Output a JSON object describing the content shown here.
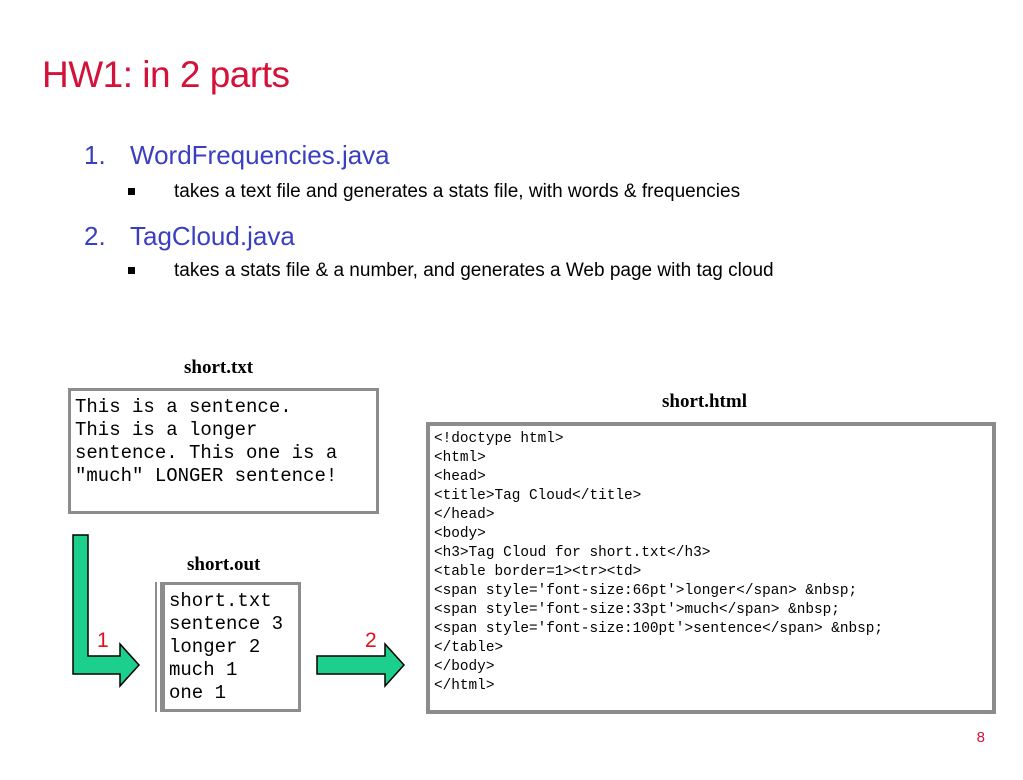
{
  "slide": {
    "title": "HW1: in 2 parts",
    "page_number": "8"
  },
  "list": {
    "items": [
      {
        "number": "1.",
        "label": "WordFrequencies.java",
        "bullet": "takes a text file and generates a stats file, with words & frequencies"
      },
      {
        "number": "2.",
        "label": "TagCloud.java",
        "bullet": "takes a stats file & a number, and generates a Web page with tag cloud"
      }
    ]
  },
  "figure": {
    "short_txt": {
      "caption": "short.txt",
      "content": "This is a sentence.\nThis is a longer\nsentence. This one is a\n\"much\" LONGER sentence!"
    },
    "short_out": {
      "caption": "short.out",
      "content": "short.txt\nsentence 3\nlonger 2\nmuch 1\none 1"
    },
    "short_html": {
      "caption": "short.html",
      "content": "<!doctype html>\n<html>\n<head>\n<title>Tag Cloud</title>\n</head>\n<body>\n<h3>Tag Cloud for short.txt</h3>\n<table border=1><tr><td>\n<span style='font-size:66pt'>longer</span> &nbsp;\n<span style='font-size:33pt'>much</span> &nbsp;\n<span style='font-size:100pt'>sentence</span> &nbsp;\n</table>\n</body>\n</html>"
    },
    "arrow_1_label": "1",
    "arrow_2_label": "2",
    "arrow_color": "#1ccf8c"
  }
}
